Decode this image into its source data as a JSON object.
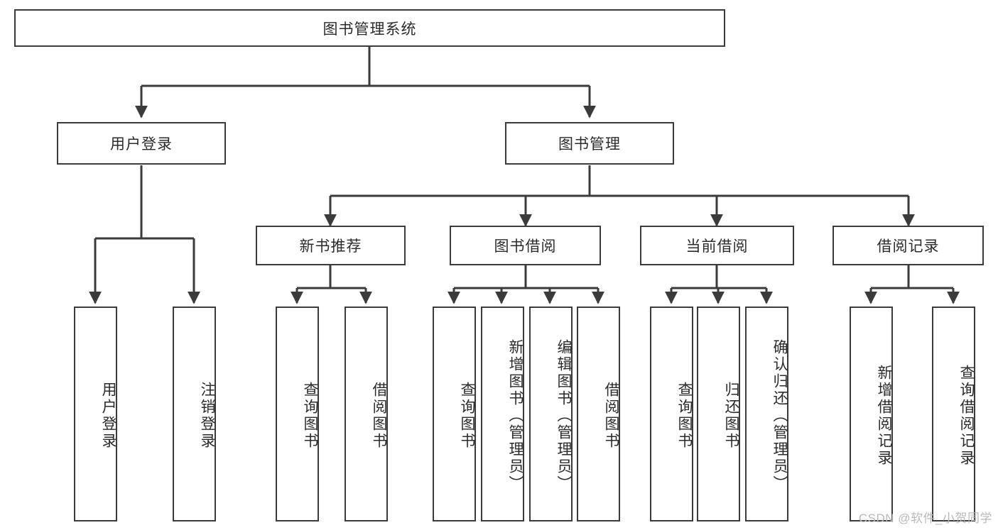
{
  "diagram": {
    "type": "tree-hierarchy-flowchart",
    "title": "图书管理系统",
    "watermark": "CSDN @软件_小贺同学",
    "colors": {
      "box_border": "#3b3b3b",
      "box_fill": "#ffffff",
      "text": "#2b2b2b",
      "connector": "#3b3b3b",
      "watermark": "#b9b9b9",
      "background": "#ffffff"
    },
    "levels": {
      "root": "图书管理系统",
      "level2": [
        "用户登录",
        "图书管理"
      ],
      "level3": [
        "新书推荐",
        "图书借阅",
        "当前借阅",
        "借阅记录"
      ]
    },
    "nodes": {
      "root": {
        "label": "图书管理系统",
        "orientation": "horizontal"
      },
      "user_login": {
        "label": "用户登录",
        "orientation": "horizontal"
      },
      "book_manage": {
        "label": "图书管理",
        "orientation": "horizontal"
      },
      "new_book_rec": {
        "label": "新书推荐",
        "orientation": "horizontal"
      },
      "book_borrow": {
        "label": "图书借阅",
        "orientation": "horizontal"
      },
      "current_borrow": {
        "label": "当前借阅",
        "orientation": "horizontal"
      },
      "borrow_record": {
        "label": "借阅记录",
        "orientation": "horizontal"
      },
      "leaf_user_login": {
        "label": "用户登录",
        "orientation": "vertical"
      },
      "leaf_logout": {
        "label": "注销登录",
        "orientation": "vertical"
      },
      "leaf_query_book_1": {
        "label": "查询图书",
        "orientation": "vertical"
      },
      "leaf_borrow_book_1": {
        "label": "借阅图书",
        "orientation": "vertical"
      },
      "leaf_query_book_2": {
        "label": "查询图书",
        "orientation": "vertical"
      },
      "leaf_add_book": {
        "label": "新增图书（管理员）",
        "orientation": "vertical"
      },
      "leaf_edit_book": {
        "label": "编辑图书（管理员）",
        "orientation": "vertical"
      },
      "leaf_borrow_book_2": {
        "label": "借阅图书",
        "orientation": "vertical"
      },
      "leaf_query_book_3": {
        "label": "查询图书",
        "orientation": "vertical"
      },
      "leaf_return_book": {
        "label": "归还图书",
        "orientation": "vertical"
      },
      "leaf_confirm_return": {
        "label": "确认归还（管理员）",
        "orientation": "vertical"
      },
      "leaf_add_record": {
        "label": "新增借阅记录",
        "orientation": "vertical"
      },
      "leaf_query_record": {
        "label": "查询借阅记录",
        "orientation": "vertical"
      }
    },
    "edges": [
      {
        "from": "图书管理系统",
        "to": "用户登录"
      },
      {
        "from": "图书管理系统",
        "to": "图书管理"
      },
      {
        "from": "用户登录",
        "to": "用户登录"
      },
      {
        "from": "用户登录",
        "to": "注销登录"
      },
      {
        "from": "图书管理",
        "to": "新书推荐"
      },
      {
        "from": "图书管理",
        "to": "图书借阅"
      },
      {
        "from": "图书管理",
        "to": "当前借阅"
      },
      {
        "from": "图书管理",
        "to": "借阅记录"
      },
      {
        "from": "新书推荐",
        "to": "查询图书"
      },
      {
        "from": "新书推荐",
        "to": "借阅图书"
      },
      {
        "from": "图书借阅",
        "to": "查询图书"
      },
      {
        "from": "图书借阅",
        "to": "新增图书（管理员）"
      },
      {
        "from": "图书借阅",
        "to": "编辑图书（管理员）"
      },
      {
        "from": "图书借阅",
        "to": "借阅图书"
      },
      {
        "from": "当前借阅",
        "to": "查询图书"
      },
      {
        "from": "当前借阅",
        "to": "归还图书"
      },
      {
        "from": "当前借阅",
        "to": "确认归还（管理员）"
      },
      {
        "from": "借阅记录",
        "to": "新增借阅记录"
      },
      {
        "from": "借阅记录",
        "to": "查询借阅记录"
      }
    ]
  }
}
